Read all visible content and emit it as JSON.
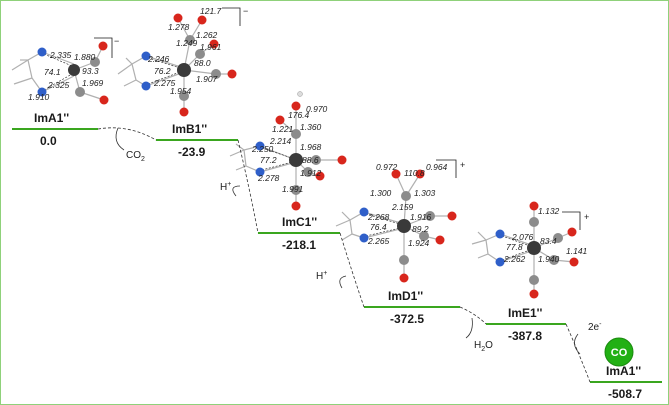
{
  "colors": {
    "level": "#3aa61f",
    "border": "#8fd17a",
    "co_badge": "#22b014",
    "oxygen": "#d8261c",
    "carbon": "#8c8c8c",
    "metal": "#3a3a3a",
    "nitrogen": "#2f5fc9"
  },
  "states": [
    {
      "id": "a1",
      "label": "ImA1''",
      "energy": "0.0"
    },
    {
      "id": "b1",
      "label": "ImB1''",
      "energy": "-23.9"
    },
    {
      "id": "c1",
      "label": "ImC1''",
      "energy": "-218.1"
    },
    {
      "id": "d1",
      "label": "ImD1''",
      "energy": "-372.5"
    },
    {
      "id": "e1",
      "label": "ImE1''",
      "energy": "-387.8"
    },
    {
      "id": "a1b",
      "label": "ImA1''",
      "energy": "-508.7"
    }
  ],
  "reagents": {
    "co2": "CO",
    "co2_sub": "2",
    "h_plus_1": "H",
    "h_plus_2": "H",
    "plus_sign": "+",
    "water_h": "H",
    "water_sub": "2",
    "water_o": "O",
    "electron": "2e",
    "electron_sup": "-"
  },
  "co_badge": "CO",
  "charges": {
    "a1": "−",
    "b1": "−",
    "d1": "+",
    "e1": "+"
  },
  "bond_labels": {
    "a1": [
      "2.335",
      "74.1",
      "1.880",
      "93.3",
      "2.325",
      "1.910",
      "1.969"
    ],
    "b1": [
      "1.278",
      "121.7",
      "1.249",
      "1.262",
      "2.246",
      "1.961",
      "76.2",
      "88.0",
      "2.275",
      "1.907",
      "1.954"
    ],
    "c1": [
      "176.4",
      "0.970",
      "1.221",
      "1.360",
      "2.214",
      "2.250",
      "1.968",
      "77.2",
      "88.6",
      "2.278",
      "1.912",
      "1.991"
    ],
    "d1": [
      "0.972",
      "110.8",
      "0.964",
      "1.300",
      "1.303",
      "2.159",
      "2.268",
      "1.916",
      "76.4",
      "89.2",
      "2.265",
      "1.924"
    ],
    "e1": [
      "1.132",
      "77.8",
      "83.4",
      "2.076",
      "2.262",
      "1.940",
      "1.141"
    ]
  }
}
